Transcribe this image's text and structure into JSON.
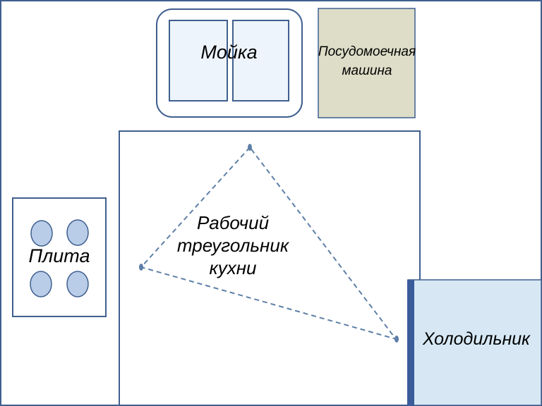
{
  "diagram": {
    "sink": {
      "label": "Мойка"
    },
    "dishwasher": {
      "label_line1": "Посудомоечная",
      "label_line2": "машина"
    },
    "stove": {
      "label": "Плита"
    },
    "fridge": {
      "label": "Холодильник"
    },
    "triangle": {
      "label_line1": "Рабочий",
      "label_line2": "треугольник",
      "label_line3": "кухни"
    }
  },
  "colors": {
    "outline": "#3f5f8f",
    "appliance_fill": "#eef4fb",
    "dishwasher_fill": "#ddddc8",
    "fridge_fill": "#d7e8f4",
    "fridge_edge": "#3a5c9a",
    "burner_fill": "#b9cde8",
    "triangle_line": "#5e7fa7"
  }
}
